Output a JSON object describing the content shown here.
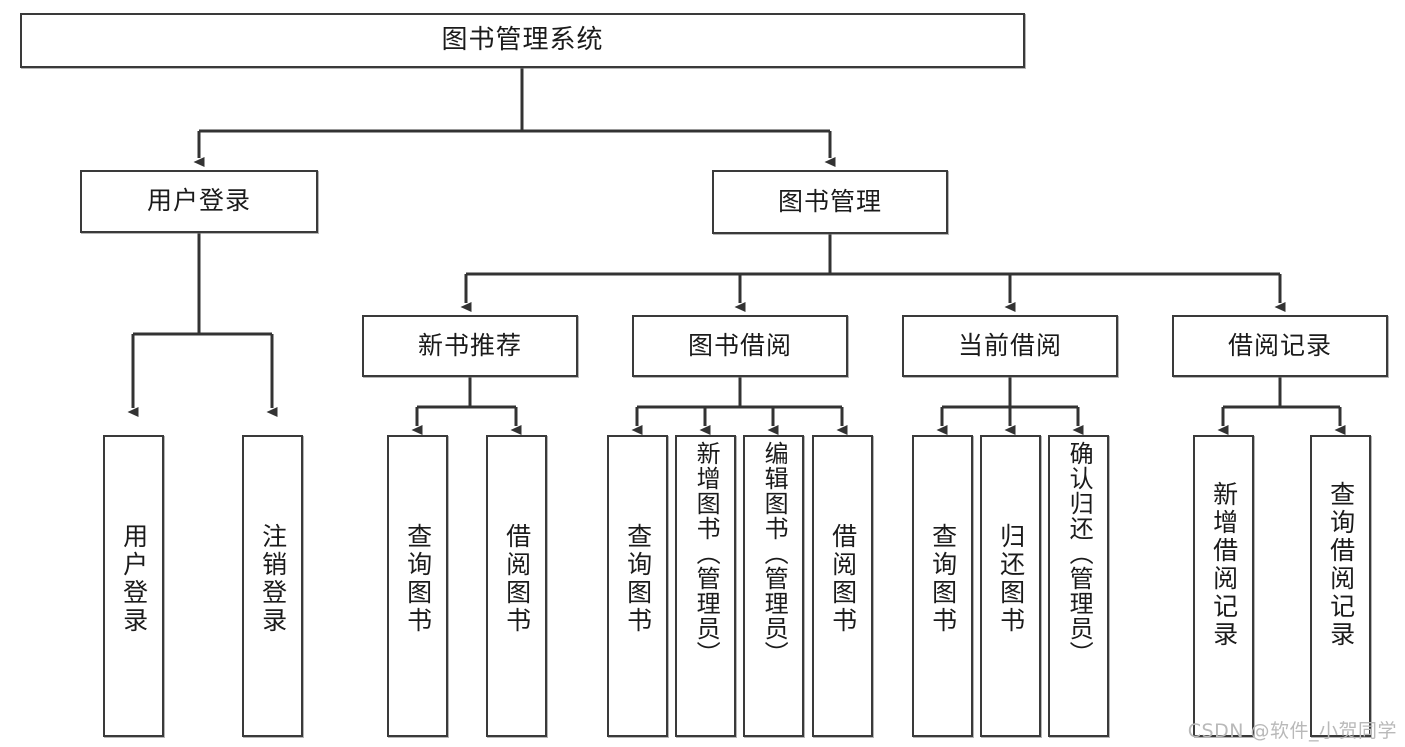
{
  "diagram": {
    "title": "图书管理系统",
    "watermark": "CSDN @软件_小贺同学",
    "colors": {
      "box_border": "#3a3a3a",
      "box_fill": "#ffffff",
      "connector": "#333333",
      "text": "#1b1b1b",
      "watermark": "#b9b9b9"
    },
    "nodes": {
      "root": {
        "label": "图书管理系统"
      },
      "level2": [
        {
          "id": "user-login",
          "label": "用户登录"
        },
        {
          "id": "book-manage",
          "label": "图书管理"
        }
      ],
      "level3": [
        {
          "id": "new-book-rec",
          "label": "新书推荐"
        },
        {
          "id": "book-borrow",
          "label": "图书借阅"
        },
        {
          "id": "current-borrow",
          "label": "当前借阅"
        },
        {
          "id": "borrow-record",
          "label": "借阅记录"
        }
      ],
      "leaves": {
        "user_login": [
          {
            "id": "leaf-user-login",
            "label": "用户登录"
          },
          {
            "id": "leaf-logout",
            "label": "注销登录"
          }
        ],
        "new_book_rec": [
          {
            "id": "leaf-query-book-1",
            "label": "查询图书"
          },
          {
            "id": "leaf-borrow-book-1",
            "label": "借阅图书"
          }
        ],
        "book_borrow": [
          {
            "id": "leaf-query-book-2",
            "label": "查询图书"
          },
          {
            "id": "leaf-add-book",
            "label": "新增图书（管理员）"
          },
          {
            "id": "leaf-edit-book",
            "label": "编辑图书（管理员）"
          },
          {
            "id": "leaf-borrow-book-2",
            "label": "借阅图书"
          }
        ],
        "current_borrow": [
          {
            "id": "leaf-query-book-3",
            "label": "查询图书"
          },
          {
            "id": "leaf-return-book",
            "label": "归还图书"
          },
          {
            "id": "leaf-confirm-return",
            "label": "确认归还（管理员）"
          }
        ],
        "borrow_record": [
          {
            "id": "leaf-add-record",
            "label": "新增借阅记录"
          },
          {
            "id": "leaf-query-record",
            "label": "查询借阅记录"
          }
        ]
      }
    }
  }
}
